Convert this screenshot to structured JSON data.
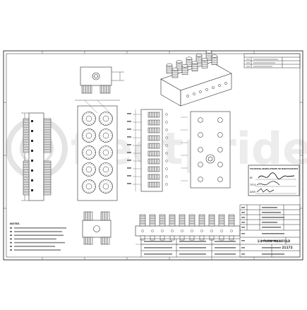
{
  "watermark": {
    "brand": "fleetpride",
    "color": "#cfcfcf"
  },
  "approval_stamp": {
    "text": "THIS PROPOSAL DRAWING APPROVED FOR PRODUCTION RELEASE",
    "by_label": "BY",
    "title_label": "TITLE",
    "date_label": "DATE"
  },
  "title_block": {
    "part_title": "1/4 FLOW MANIFOLD",
    "drawing_no": "21172"
  },
  "notes": {
    "heading": "NOTES"
  },
  "colors": {
    "line": "#2a2a2a",
    "paper": "#ffffff",
    "stamp_ink": "#333333"
  }
}
